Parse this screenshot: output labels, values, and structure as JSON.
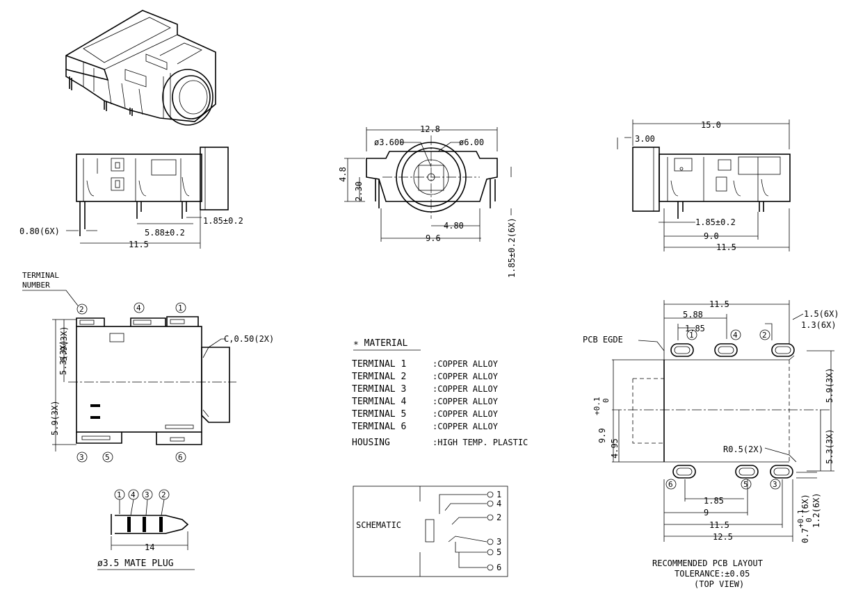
{
  "top_view": {
    "dim_overall": "12.8",
    "dim_hole_small": "ø3.600",
    "dim_hole_large": "ø6.00",
    "dim_height": "4.8",
    "dim_center": "2.30",
    "dim_offset": "4.80",
    "dim_width": "9.6",
    "dim_pin_len": "1.85±0.2(6X)"
  },
  "front_view": {
    "dim_pin_width": "0.80(6X)",
    "dim_pitch": "5.88±0.2",
    "dim_pin_len": "1.85±0.2",
    "dim_length": "11.5"
  },
  "side_view": {
    "dim_total": "15.0",
    "dim_nose": "3.00",
    "dim_pin": "1.85±0.2",
    "dim_9": "9.0",
    "dim_len": "11.5"
  },
  "bottom_view": {
    "terminal_label_1": "TERMINAL",
    "terminal_label_2": "NUMBER",
    "chamfer": "C,0.50(2X)",
    "dim_53": "5.3(3X)",
    "dim_59": "5.9(3X)",
    "dim_59b": "5.9(3X)",
    "t1": "1",
    "t2": "2",
    "t3": "3",
    "t4": "4",
    "t5": "5",
    "t6": "6"
  },
  "plug": {
    "rings": [
      "1",
      "4",
      "3",
      "2"
    ],
    "dim_len": "14",
    "caption": "ø3.5  MATE  PLUG"
  },
  "material": {
    "title": "∗ MATERIAL",
    "rows": [
      {
        "name": "TERMINAL  1",
        "value": ":COPPER  ALLOY"
      },
      {
        "name": "TERMINAL  2",
        "value": ":COPPER  ALLOY"
      },
      {
        "name": "TERMINAL  3",
        "value": ":COPPER  ALLOY"
      },
      {
        "name": "TERMINAL  4",
        "value": ":COPPER  ALLOY"
      },
      {
        "name": "TERMINAL  5",
        "value": ":COPPER  ALLOY"
      },
      {
        "name": "TERMINAL  6",
        "value": ":COPPER  ALLOY"
      },
      {
        "name": "HOUSING",
        "value": ":HIGH  TEMP.  PLASTIC"
      }
    ]
  },
  "schematic": {
    "label": "SCHEMATIC",
    "pins": [
      "1",
      "4",
      "2",
      "3",
      "5",
      "6"
    ]
  },
  "pcb": {
    "edge_label": "PCB  EGDE",
    "dim_115_top": "11.5",
    "dim_588": "5.88",
    "dim_185_top": "1.85",
    "dim_15": "1.5(6X)",
    "dim_13": "1.3(6X)",
    "dim_99": "9.9",
    "dim_99_tol": "+0.1",
    "dim_99_tol0": "0",
    "dim_495": "4.95",
    "dim_59r": "5.9(3X)",
    "dim_53r": "5.3(3X)",
    "radius": "R0.5(2X)",
    "dim_185_bot": "1.85",
    "dim_9": "9",
    "dim_115_bot": "11.5",
    "dim_125": "12.5",
    "dim_07": "0.7",
    "dim_07_tol": "+0.1",
    "dim_07_tol0": "0",
    "dim_07_x": "(6X)",
    "dim_12": "1.2(6X)",
    "t1": "1",
    "t2": "2",
    "t3": "3",
    "t4": "4",
    "t5": "5",
    "t6": "6",
    "caption_1": "RECOMMENDED  PCB  LAYOUT",
    "caption_2": "TOLERANCE:±0.05",
    "caption_3": "(TOP  VIEW)"
  }
}
